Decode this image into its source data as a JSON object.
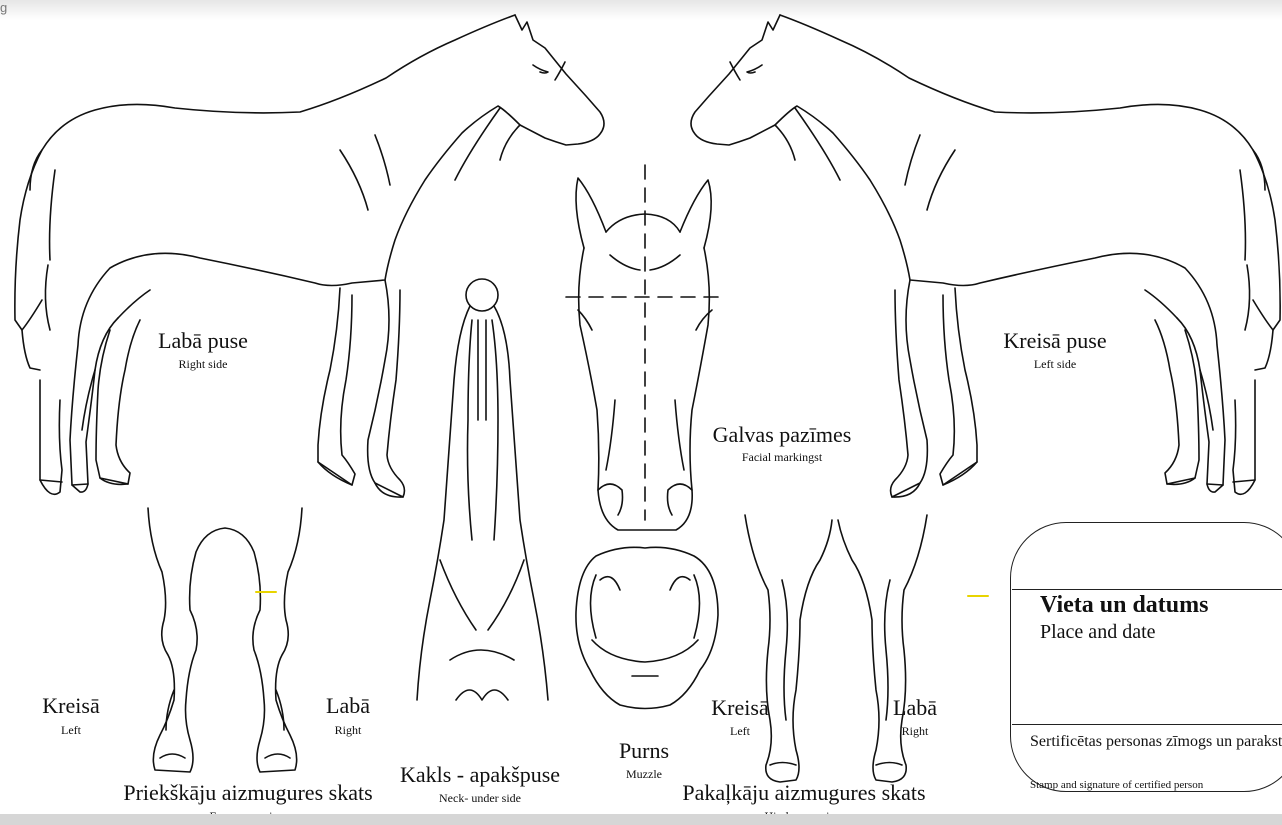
{
  "page": {
    "header_text": "g"
  },
  "labels": {
    "right_side": {
      "lv": "Labā puse",
      "en": "Right side"
    },
    "left_side": {
      "lv": "Kreisā puse",
      "en": "Left side"
    },
    "head": {
      "lv": "Galvas pazīmes",
      "en": "Facial markingst"
    },
    "fore_left": {
      "lv": "Kreisā",
      "en": "Left"
    },
    "fore_right": {
      "lv": "Labā",
      "en": "Right"
    },
    "fore_view": {
      "lv": "Priekškāju aizmugures skats",
      "en": "Fore - rear view"
    },
    "neck": {
      "lv": "Kakls - apakšpuse",
      "en": "Neck- under side"
    },
    "muzzle": {
      "lv": "Purns",
      "en": "Muzzle"
    },
    "hind_left": {
      "lv": "Kreisā",
      "en": "Left"
    },
    "hind_right": {
      "lv": "Labā",
      "en": "Right"
    },
    "hind_view": {
      "lv": "Pakaļkāju aizmugures skats",
      "en": "Hind - rear view"
    }
  },
  "signature_box": {
    "title": "Vieta un datums",
    "subtitle": "Place and date",
    "cert_lv": "Sertificētas personas zīmogs un paraksts",
    "cert_en": "Stamp and signature of certified person"
  },
  "colors": {
    "ink": "#111111",
    "paper": "#ffffff",
    "mark": "#e8d400"
  },
  "icons": [
    "horse-right-side-diagram",
    "horse-left-side-diagram",
    "horse-head-front-diagram",
    "horse-neck-underside-diagram",
    "horse-muzzle-diagram",
    "horse-forelegs-rear-diagram",
    "horse-hindlegs-rear-diagram"
  ]
}
